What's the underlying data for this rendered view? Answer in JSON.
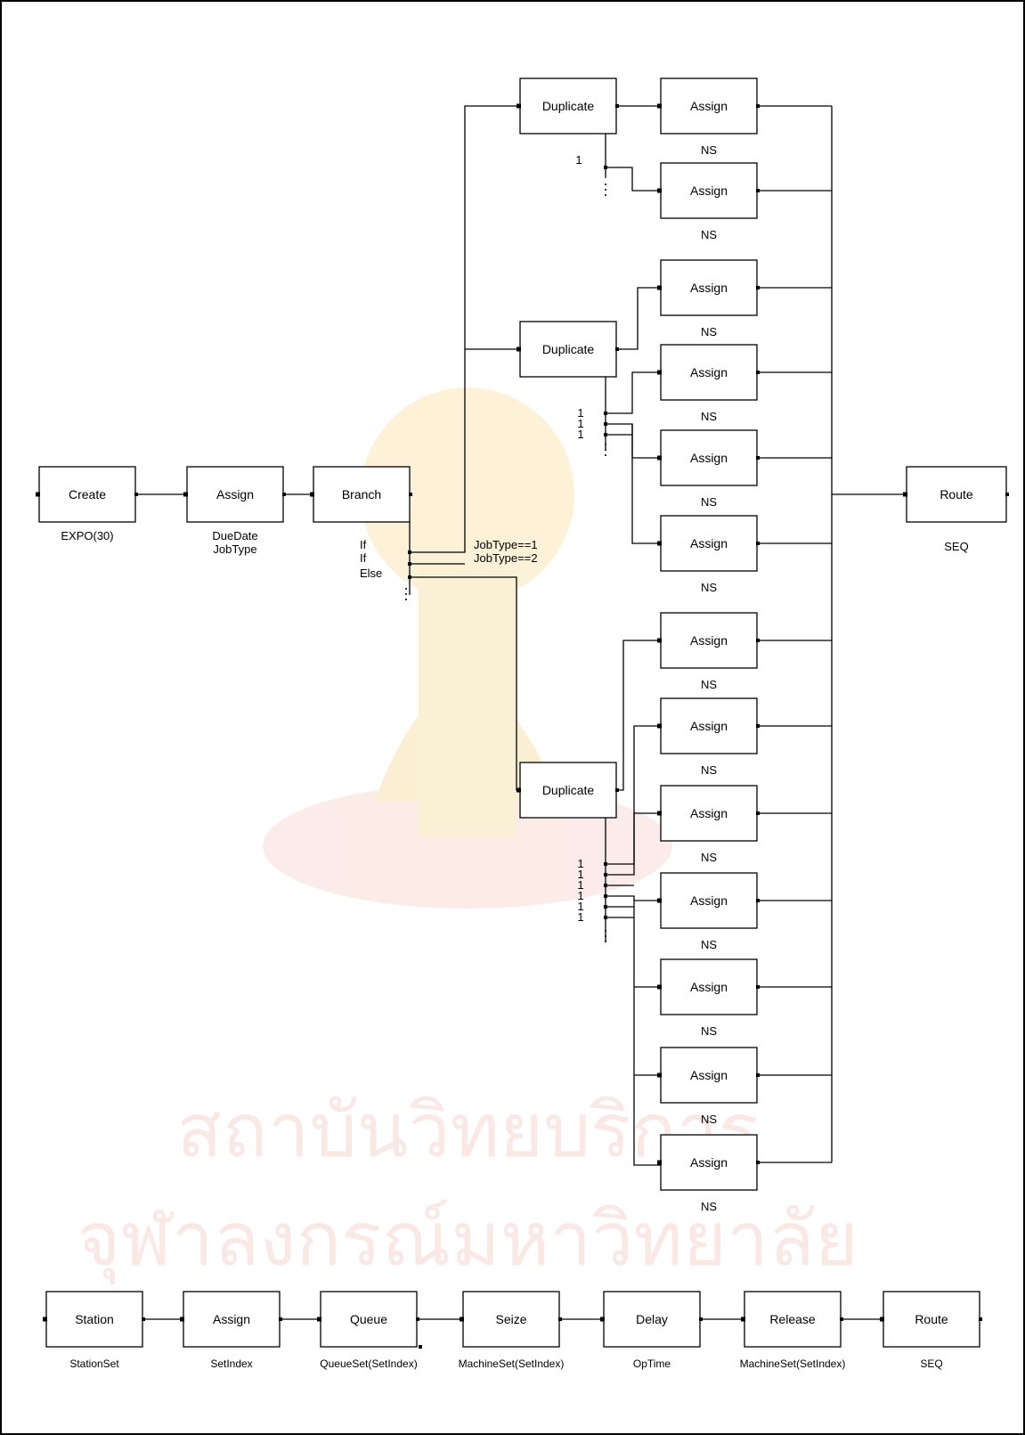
{
  "watermark": {
    "line1": "สถาบันวิทยบริการ",
    "line2": "จุฬาลงกรณ์มหาวิทยาลัย",
    "color": "#f6d6d0"
  },
  "model": {
    "create": {
      "label": "Create",
      "caption": "EXPO(30)"
    },
    "assign_main": {
      "label": "Assign",
      "caption_1": "DueDate",
      "caption_2": "JobType"
    },
    "branch": {
      "label": "Branch",
      "if_1": "If",
      "if_2": "If",
      "else": "Else",
      "cond_1": "JobType==1",
      "cond_2": "JobType==2"
    },
    "duplicates": [
      {
        "label": "Duplicate",
        "counts": [
          "1"
        ]
      },
      {
        "label": "Duplicate",
        "counts": [
          "1",
          "1",
          "1"
        ]
      },
      {
        "label": "Duplicate",
        "counts": [
          "1",
          "1",
          "1",
          "1",
          "1",
          "1"
        ]
      }
    ],
    "assign_label": "Assign",
    "assign_caption": "NS",
    "route_top": {
      "label": "Route",
      "caption": "SEQ"
    }
  },
  "bottom_row": [
    {
      "label": "Station",
      "caption": "StationSet"
    },
    {
      "label": "Assign",
      "caption": "SetIndex"
    },
    {
      "label": "Queue",
      "caption": "QueueSet(SetIndex)"
    },
    {
      "label": "Seize",
      "caption": "MachineSet(SetIndex)"
    },
    {
      "label": "Delay",
      "caption": "OpTime"
    },
    {
      "label": "Release",
      "caption": "MachineSet(SetIndex)"
    },
    {
      "label": "Route",
      "caption": "SEQ"
    }
  ]
}
